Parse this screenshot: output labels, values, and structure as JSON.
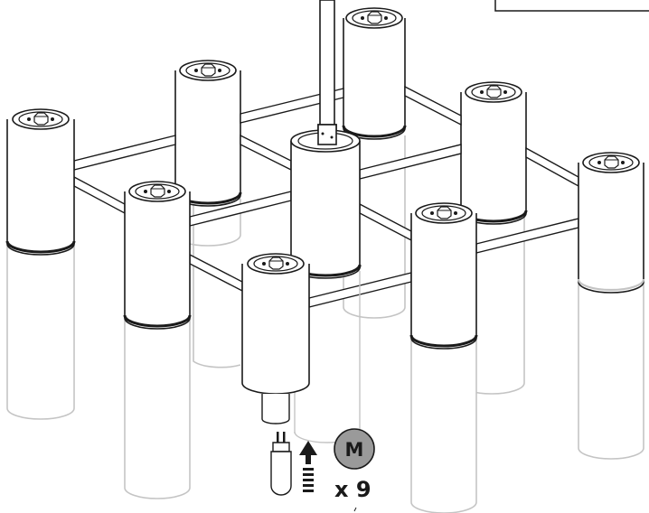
{
  "diagram": {
    "part_label": "M",
    "quantity": "x 9",
    "part_badge_color": "#9a9a9a",
    "line_color": "#1a1a1a",
    "diffuser_color": "#c4c4c4",
    "icons": [
      "bulb-icon",
      "insert-arrow-icon",
      "part-m-badge"
    ]
  }
}
